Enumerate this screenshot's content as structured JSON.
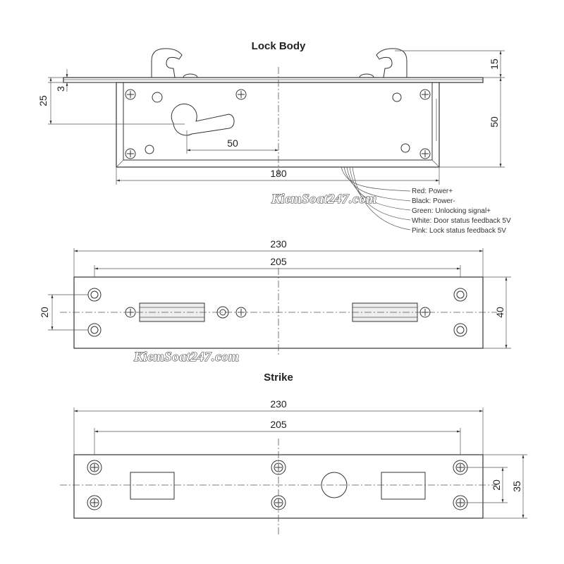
{
  "lock_body": {
    "title": "Lock Body",
    "dim_15": "15",
    "dim_3": "3",
    "dim_25": "25",
    "dim_50_vertical": "50",
    "dim_50_horizontal": "50",
    "dim_180": "180"
  },
  "wires": [
    {
      "label": "Red: Power+",
      "color": "#cc0000"
    },
    {
      "label": "Black: Power-",
      "color": "#000000"
    },
    {
      "label": "Green: Unlocking signal+",
      "color": "#008800"
    },
    {
      "label": "White: Door status feedback 5V",
      "color": "#ffffff"
    },
    {
      "label": "Pink: Lock status feedback 5V",
      "color": "#ff88aa"
    }
  ],
  "faceplate": {
    "dim_230": "230",
    "dim_205": "205",
    "dim_20": "20",
    "dim_40": "40"
  },
  "strike": {
    "title": "Strike",
    "dim_230": "230",
    "dim_205": "205",
    "dim_20": "20",
    "dim_35": "35"
  },
  "watermark": "KiemSoat247.com"
}
